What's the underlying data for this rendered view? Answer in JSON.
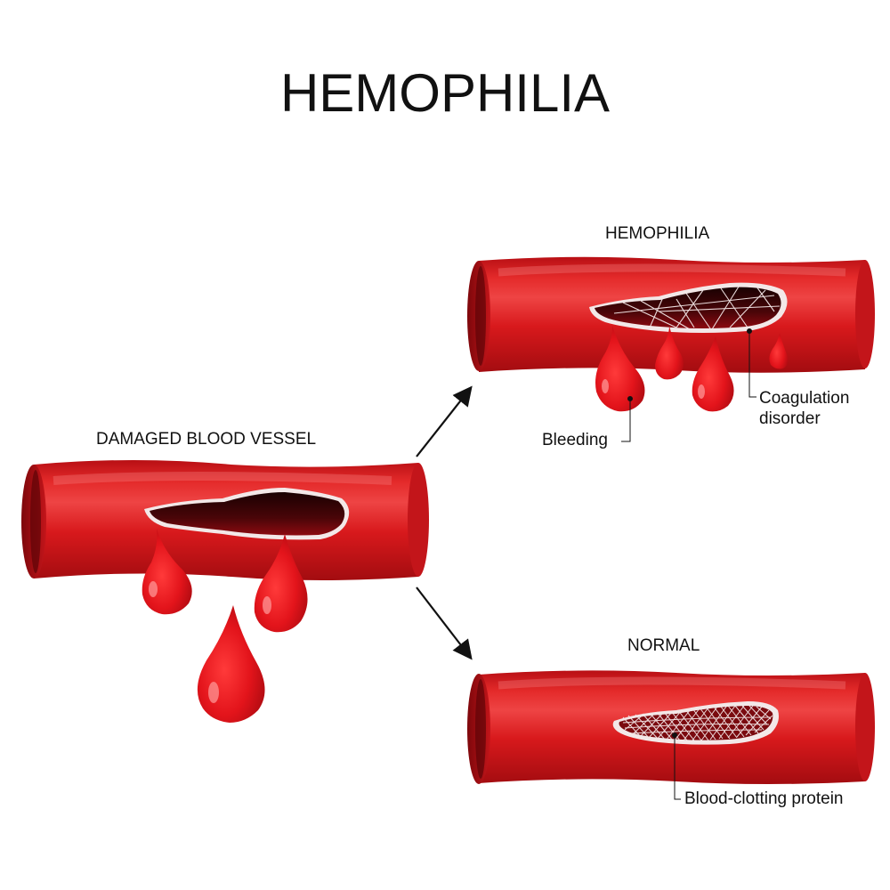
{
  "title": "HEMOPHILIA",
  "panels": {
    "damaged": {
      "label": "DAMAGED BLOOD VESSEL"
    },
    "hemophilia": {
      "label": "HEMOPHILIA"
    },
    "normal": {
      "label": "NORMAL"
    }
  },
  "annotations": {
    "bleeding": "Bleeding",
    "coagulation_line1": "Coagulation",
    "coagulation_line2": "disorder",
    "protein": "Blood-clotting protein"
  },
  "colors": {
    "vessel": "#d9191c",
    "vessel_dark": "#a00d12",
    "vessel_light": "#f04a4a",
    "lumen": "#2a0304",
    "drop": "#e3141b",
    "fibrin": "#f3e6e6"
  }
}
